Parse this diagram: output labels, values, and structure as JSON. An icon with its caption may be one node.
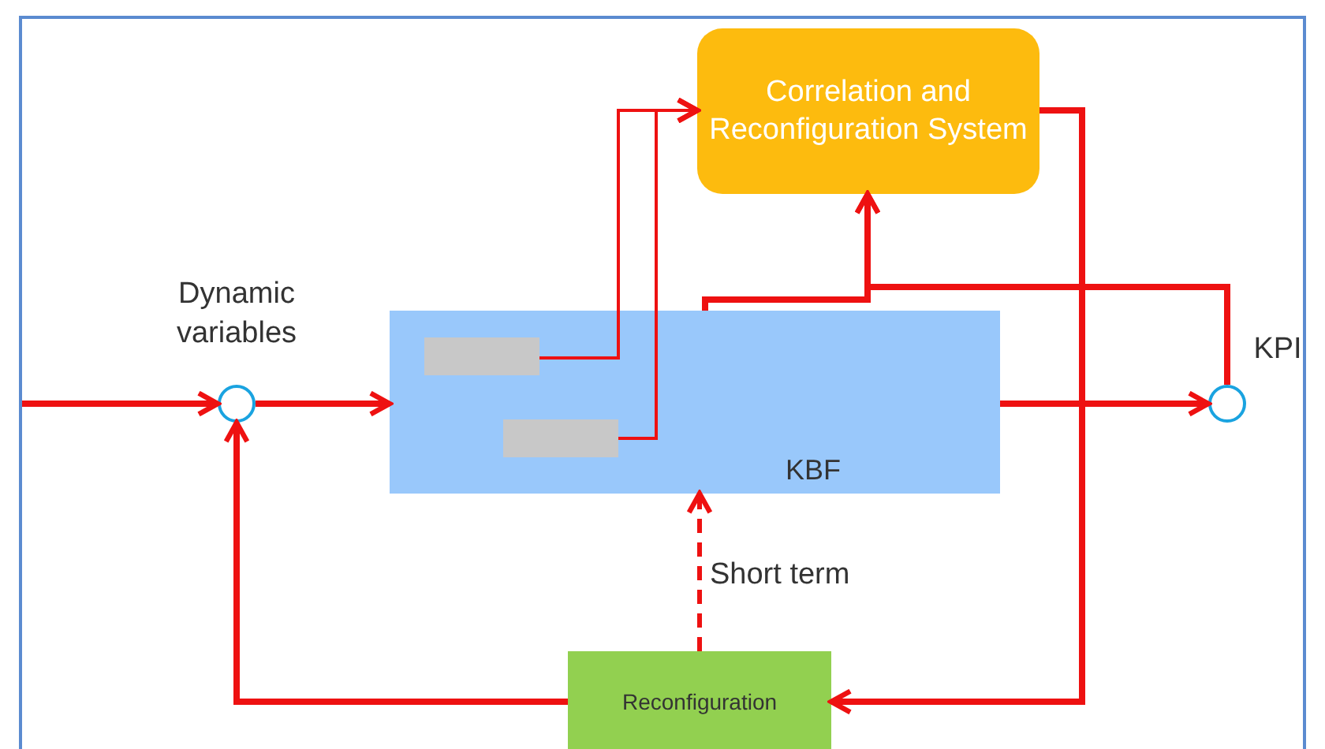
{
  "diagram": {
    "nodes": [
      {
        "text": [],
        "shape": "circle",
        "beside": [
          "Dynamic variables"
        ]
      },
      {
        "text": [
          "KBF"
        ]
      },
      {
        "text": [],
        "shape": "bar",
        "in": 1
      },
      {
        "text": [],
        "shape": "bar",
        "in": 1
      },
      {
        "text": [
          "Correlation and Reconfiguration System"
        ]
      },
      {
        "text": [],
        "shape": "circle",
        "beside": [
          "KPI"
        ]
      },
      {
        "text": [
          "Reconfiguration"
        ]
      }
    ],
    "edges": [
      {
        "from": null,
        "to": 0,
        "arrow": "to"
      },
      {
        "from": 0,
        "to": 1,
        "arrow": "to"
      },
      {
        "from": 1,
        "to": 5,
        "arrow": "to"
      },
      {
        "from": 2,
        "to": 4,
        "arrow": "to"
      },
      {
        "from": 3,
        "to": 4,
        "arrow": "to"
      },
      {
        "from": 1,
        "to": 4,
        "arrow": "to"
      },
      {
        "from": 5,
        "to": 4,
        "arrow": "to"
      },
      {
        "from": 4,
        "to": 6,
        "arrow": "to"
      },
      {
        "from": 6,
        "to": 0,
        "arrow": "to"
      },
      {
        "from": 6,
        "to": 1,
        "arrow": "to",
        "style": "dashed",
        "label": "Short term"
      }
    ]
  }
}
